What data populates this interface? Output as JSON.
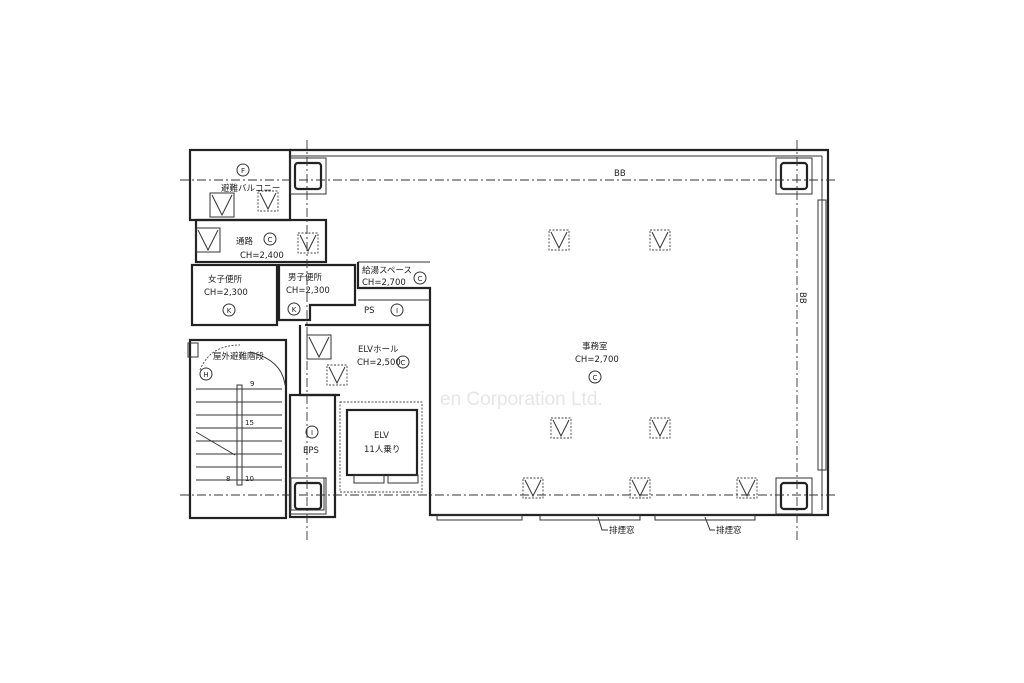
{
  "plan": {
    "watermark": "en Corporation Ltd.",
    "grid_labels": [
      "BB",
      "BB"
    ],
    "rooms": {
      "balcony": {
        "name": "避難バルコニー",
        "code": "F"
      },
      "corridor": {
        "name": "通路",
        "ch": "CH=2,400",
        "code": "C"
      },
      "womens_toilet": {
        "name": "女子便所",
        "ch": "CH=2,300",
        "code": "K"
      },
      "mens_toilet": {
        "name": "男子便所",
        "ch": "CH=2,300",
        "code": "K"
      },
      "kitchenette": {
        "name": "給湯スペース",
        "ch": "CH=2,700",
        "code": "C"
      },
      "ps": {
        "name": "PS",
        "code": "I"
      },
      "elv_hall": {
        "name": "ELVホール",
        "ch": "CH=2,500",
        "code": "C"
      },
      "stairs": {
        "name": "屋外避難階段",
        "code": "H"
      },
      "eps": {
        "name": "EPS",
        "code": "I"
      },
      "elevator": {
        "name": "ELV",
        "capacity": "11人乗り"
      },
      "office": {
        "name": "事務室",
        "ch": "CH=2,700",
        "code": "C"
      }
    },
    "smoke_windows": [
      "排煙窓",
      "排煙窓"
    ],
    "stair_numbers": [
      "9",
      "15",
      "8",
      "10"
    ]
  }
}
